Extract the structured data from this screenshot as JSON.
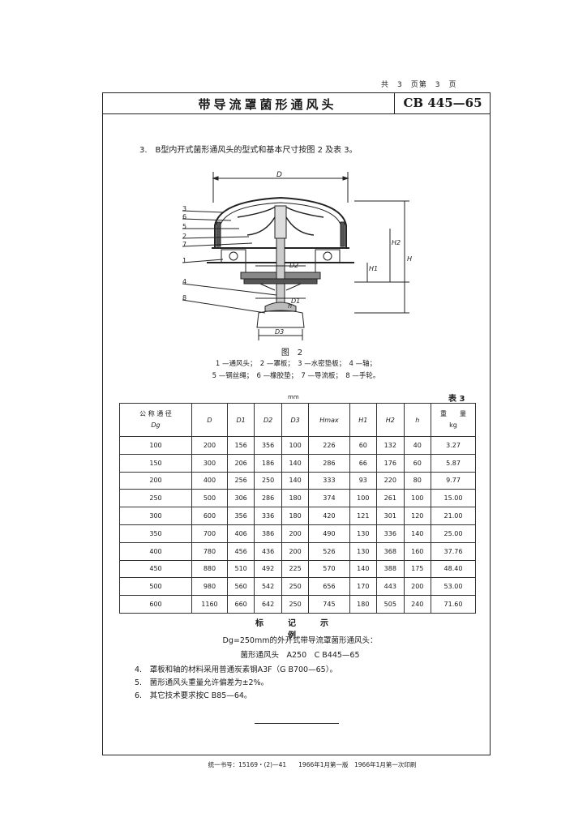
{
  "header": {
    "page_info": "共　3　页第　3　页",
    "title": "带导流罩菌形通风头",
    "code": "CB 445—65"
  },
  "intro": "3.　B型内开式菌形通风头的型式和基本尺寸按图 2 及表 3。",
  "figure": {
    "caption": "图　2",
    "legend_line1": "1 —通风头；　2 —罩板；　3 —水密垫板；　4 —轴；",
    "legend_line2": "5 —钢丝绳；　6 —橡胶垫；　7 —导流板；　8 —手轮。",
    "part_numbers": [
      "3",
      "6",
      "5",
      "2",
      "7",
      "1",
      "4",
      "8"
    ],
    "dim_labels": {
      "D": "D",
      "D1": "D1",
      "D2": "D2",
      "D3": "D3",
      "h": "h",
      "H": "H",
      "H1": "H1",
      "H2": "H2"
    }
  },
  "table": {
    "unit": "mm",
    "label": "表 3",
    "headers": {
      "dg_line1": "公 称 通 径",
      "dg_line2": "Dg",
      "cols": [
        "D",
        "D1",
        "D2",
        "D3",
        "Hmax",
        "H1",
        "H2",
        "h"
      ],
      "mass_line1": "重　　量",
      "mass_line2": "kg"
    },
    "rows": [
      [
        "100",
        "200",
        "156",
        "356",
        "100",
        "226",
        "60",
        "132",
        "40",
        "3.27"
      ],
      [
        "150",
        "300",
        "206",
        "186",
        "140",
        "286",
        "66",
        "176",
        "60",
        "5.87"
      ],
      [
        "200",
        "400",
        "256",
        "250",
        "140",
        "333",
        "93",
        "220",
        "80",
        "9.77"
      ],
      [
        "250",
        "500",
        "306",
        "286",
        "180",
        "374",
        "100",
        "261",
        "100",
        "15.00"
      ],
      [
        "300",
        "600",
        "356",
        "336",
        "180",
        "420",
        "121",
        "301",
        "120",
        "21.00"
      ],
      [
        "350",
        "700",
        "406",
        "386",
        "200",
        "490",
        "130",
        "336",
        "140",
        "25.00"
      ],
      [
        "400",
        "780",
        "456",
        "436",
        "200",
        "526",
        "130",
        "368",
        "160",
        "37.76"
      ],
      [
        "450",
        "880",
        "510",
        "492",
        "225",
        "570",
        "140",
        "388",
        "175",
        "48.40"
      ],
      [
        "500",
        "980",
        "560",
        "542",
        "250",
        "656",
        "170",
        "443",
        "200",
        "53.00"
      ],
      [
        "600",
        "1160",
        "660",
        "642",
        "250",
        "745",
        "180",
        "505",
        "240",
        "71.60"
      ]
    ]
  },
  "marking": {
    "title": "标　记　示　例",
    "line1": "Dg=250mm的外开式带导流罩菌形通风头：",
    "line2": "菌形通风头　A250　C B445—65"
  },
  "notes": [
    "4.　罩板和轴的材料采用普通炭素钢A3F（G B700—65）。",
    "5.　菌形通风头重量允许偏差为±2%。",
    "6.　其它技术要求按C B85—64。"
  ],
  "footer": "统一书号：15169・(2)—41　　1966年1月第一版　1966年1月第一次印刷"
}
